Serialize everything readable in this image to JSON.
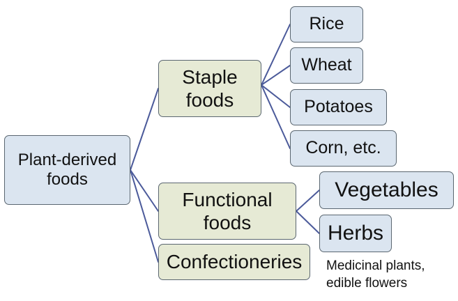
{
  "nodes": {
    "root": "Plant-derived\nfoods",
    "staple": "Staple\nfoods",
    "functional": "Functional\nfoods",
    "confectioneries": "Confectioneries",
    "rice": "Rice",
    "wheat": "Wheat",
    "potatoes": "Potatoes",
    "corn": "Corn, etc.",
    "vegetables": "Vegetables",
    "herbs": "Herbs"
  },
  "note": "Medicinal plants,\nedible flowers",
  "colors": {
    "connector": "#4b5a9a",
    "box_blue": "#dbe5f0",
    "box_green": "#e6ead5",
    "box_border": "#5a6670"
  }
}
